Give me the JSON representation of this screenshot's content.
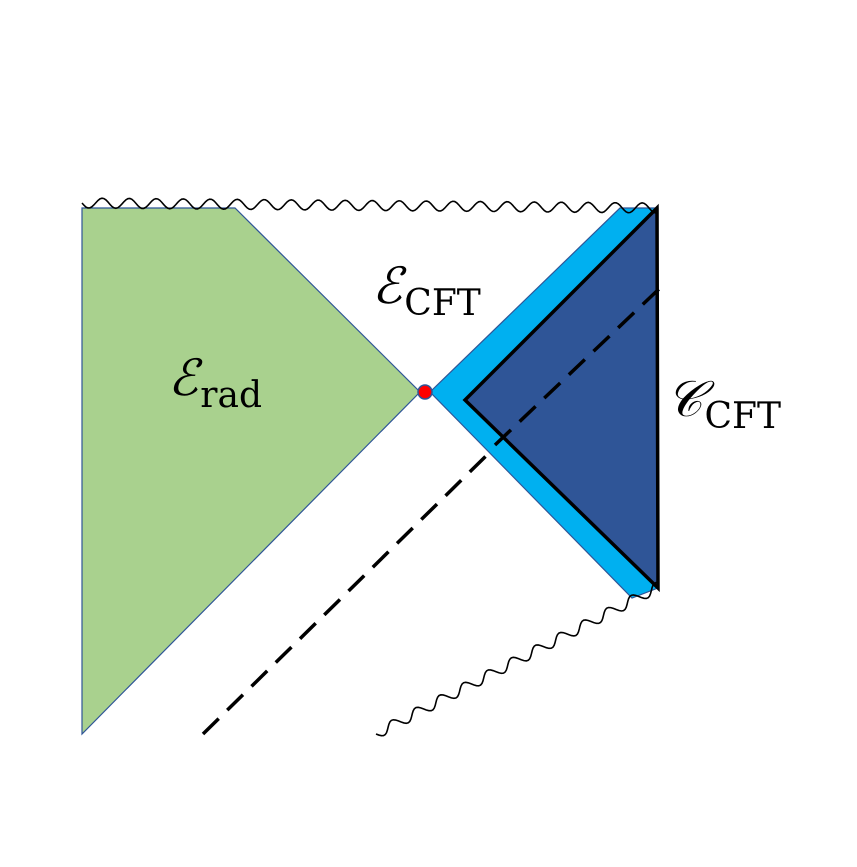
{
  "colors": {
    "radiation_region": "#a9d18e",
    "cft_wedge": "#00b0f0",
    "cft_causal_wedge": "#2f5597",
    "edge_line": "#2f5597",
    "quantum_extremal_point": "#ff0000",
    "ink": "#000000"
  },
  "labels": {
    "rad": {
      "main": "ℰ",
      "sub": "rad"
    },
    "ecft": {
      "main": "ℰ",
      "sub": "CFT"
    },
    "ccft": {
      "main": "𝒞",
      "sub": "CFT"
    }
  }
}
